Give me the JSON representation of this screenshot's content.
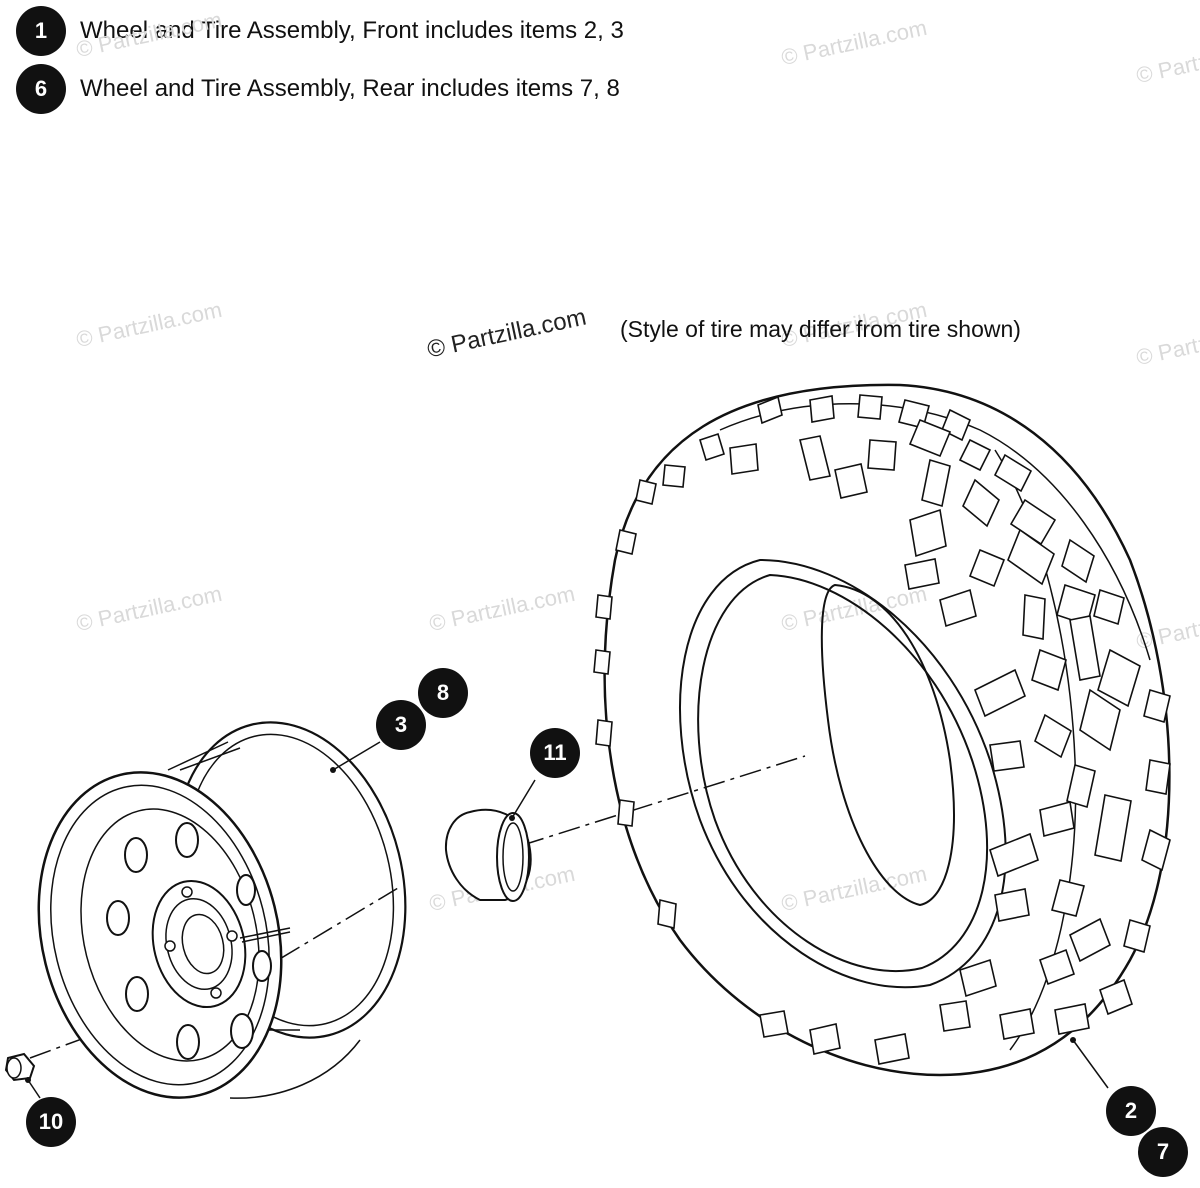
{
  "legend": [
    {
      "number": "1",
      "text": "Wheel and Tire Assembly, Front includes items 2, 3"
    },
    {
      "number": "6",
      "text": "Wheel and Tire Assembly, Rear includes items 7, 8"
    }
  ],
  "note": "(Style of tire may differ from tire shown)",
  "watermark": "© Partzilla.com",
  "callouts": {
    "c3": "3",
    "c8": "8",
    "c11": "11",
    "c10": "10",
    "c2": "2",
    "c7": "7"
  }
}
